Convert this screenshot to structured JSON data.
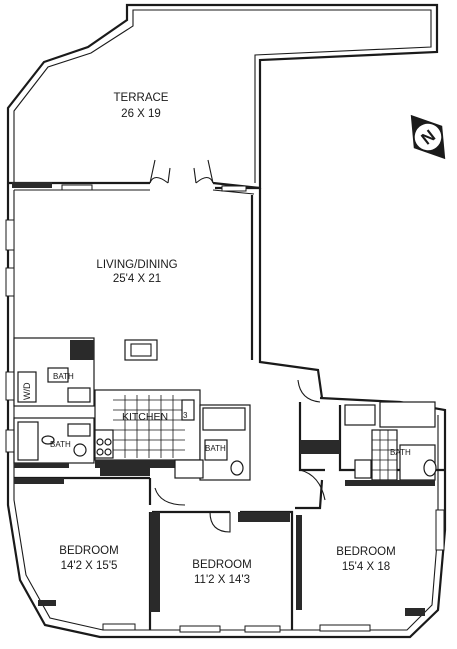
{
  "rooms": [
    {
      "id": "terrace",
      "name": "TERRACE",
      "dims": "26 X 19"
    },
    {
      "id": "living",
      "name": "LIVING/DINING",
      "dims": "25'4 X 21"
    },
    {
      "id": "bedroom1",
      "name": "BEDROOM",
      "dims": "14'2 X 15'5"
    },
    {
      "id": "bedroom2",
      "name": "BEDROOM",
      "dims": "11'2 X 14'3"
    },
    {
      "id": "bedroom3",
      "name": "BEDROOM",
      "dims": "15'4 X 18"
    },
    {
      "id": "kitchen",
      "name": "KITCHEN"
    }
  ],
  "fixtures": {
    "bath_label": "BATH",
    "wd_label": "W/D",
    "kitchen_marker": "3"
  },
  "compass": {
    "letter": "N"
  }
}
